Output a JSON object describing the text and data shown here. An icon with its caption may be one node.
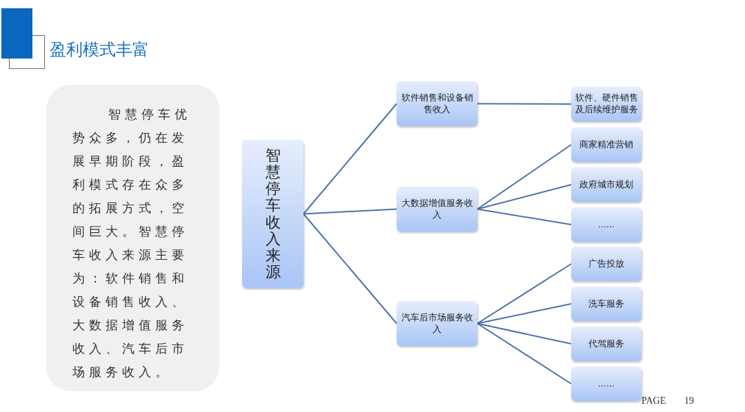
{
  "diagram": {
    "title": "盈利模式丰富",
    "nodes": [
      {
        "text": [
          "智慧停车优势众多，仍在发展早期阶段，盈利模式存在众多的拓展方式，空间巨大。智慧停车收入来源主要为：软件销售和设备销售收入、大数据增值服务收入、汽车后市场服务收入。"
        ]
      },
      {
        "text": [
          "智慧停车收入来源"
        ]
      },
      {
        "text": [
          "软件销售和设备销售收入"
        ]
      },
      {
        "text": [
          "大数据增值服务收入"
        ]
      },
      {
        "text": [
          "汽车后市场服务收入"
        ]
      },
      {
        "text": [
          "软件、硬件销售及后续维护服务"
        ]
      },
      {
        "text": [
          "商家精准营销"
        ]
      },
      {
        "text": [
          "政府城市规划"
        ]
      },
      {
        "text": [
          "......"
        ]
      },
      {
        "text": [
          "广告投放"
        ]
      },
      {
        "text": [
          "洗车服务"
        ]
      },
      {
        "text": [
          "代驾服务"
        ]
      },
      {
        "text": [
          "......"
        ]
      }
    ],
    "edges": [
      {
        "from": 1,
        "to": 2,
        "arrow": "none"
      },
      {
        "from": 1,
        "to": 3,
        "arrow": "none"
      },
      {
        "from": 1,
        "to": 4,
        "arrow": "none"
      },
      {
        "from": 2,
        "to": 5,
        "arrow": "none"
      },
      {
        "from": 3,
        "to": 6,
        "arrow": "none"
      },
      {
        "from": 3,
        "to": 7,
        "arrow": "none"
      },
      {
        "from": 3,
        "to": 8,
        "arrow": "none"
      },
      {
        "from": 4,
        "to": 9,
        "arrow": "none"
      },
      {
        "from": 4,
        "to": 10,
        "arrow": "none"
      },
      {
        "from": 4,
        "to": 11,
        "arrow": "none"
      },
      {
        "from": 4,
        "to": 12,
        "arrow": "none"
      }
    ],
    "labels": [
      "PAGE",
      "19"
    ]
  }
}
